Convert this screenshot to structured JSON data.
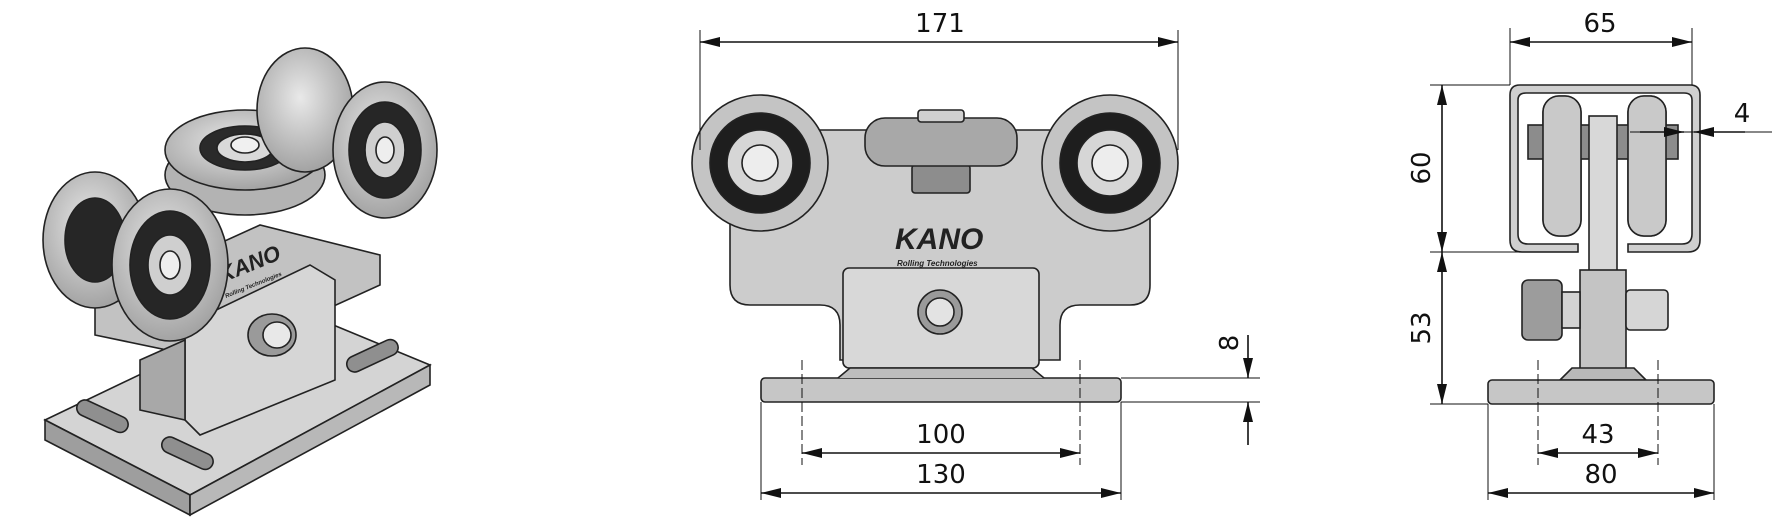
{
  "brand": {
    "name": "KANO",
    "tagline": "Rolling Technologies"
  },
  "views": {
    "front": {
      "dims": {
        "overall_width": "171",
        "plate_height": "8",
        "hole_spacing": "100",
        "plate_width": "130"
      }
    },
    "side": {
      "dims": {
        "top_width": "65",
        "wall_thickness": "4",
        "profile_height": "60",
        "lower_height": "53",
        "hole_spacing": "43",
        "plate_width": "80"
      }
    }
  },
  "colors": {
    "metal": "#c9c9c9",
    "metal_dark": "#8c8c8c",
    "bearing": "#1f1f1f",
    "line": "#111111"
  }
}
